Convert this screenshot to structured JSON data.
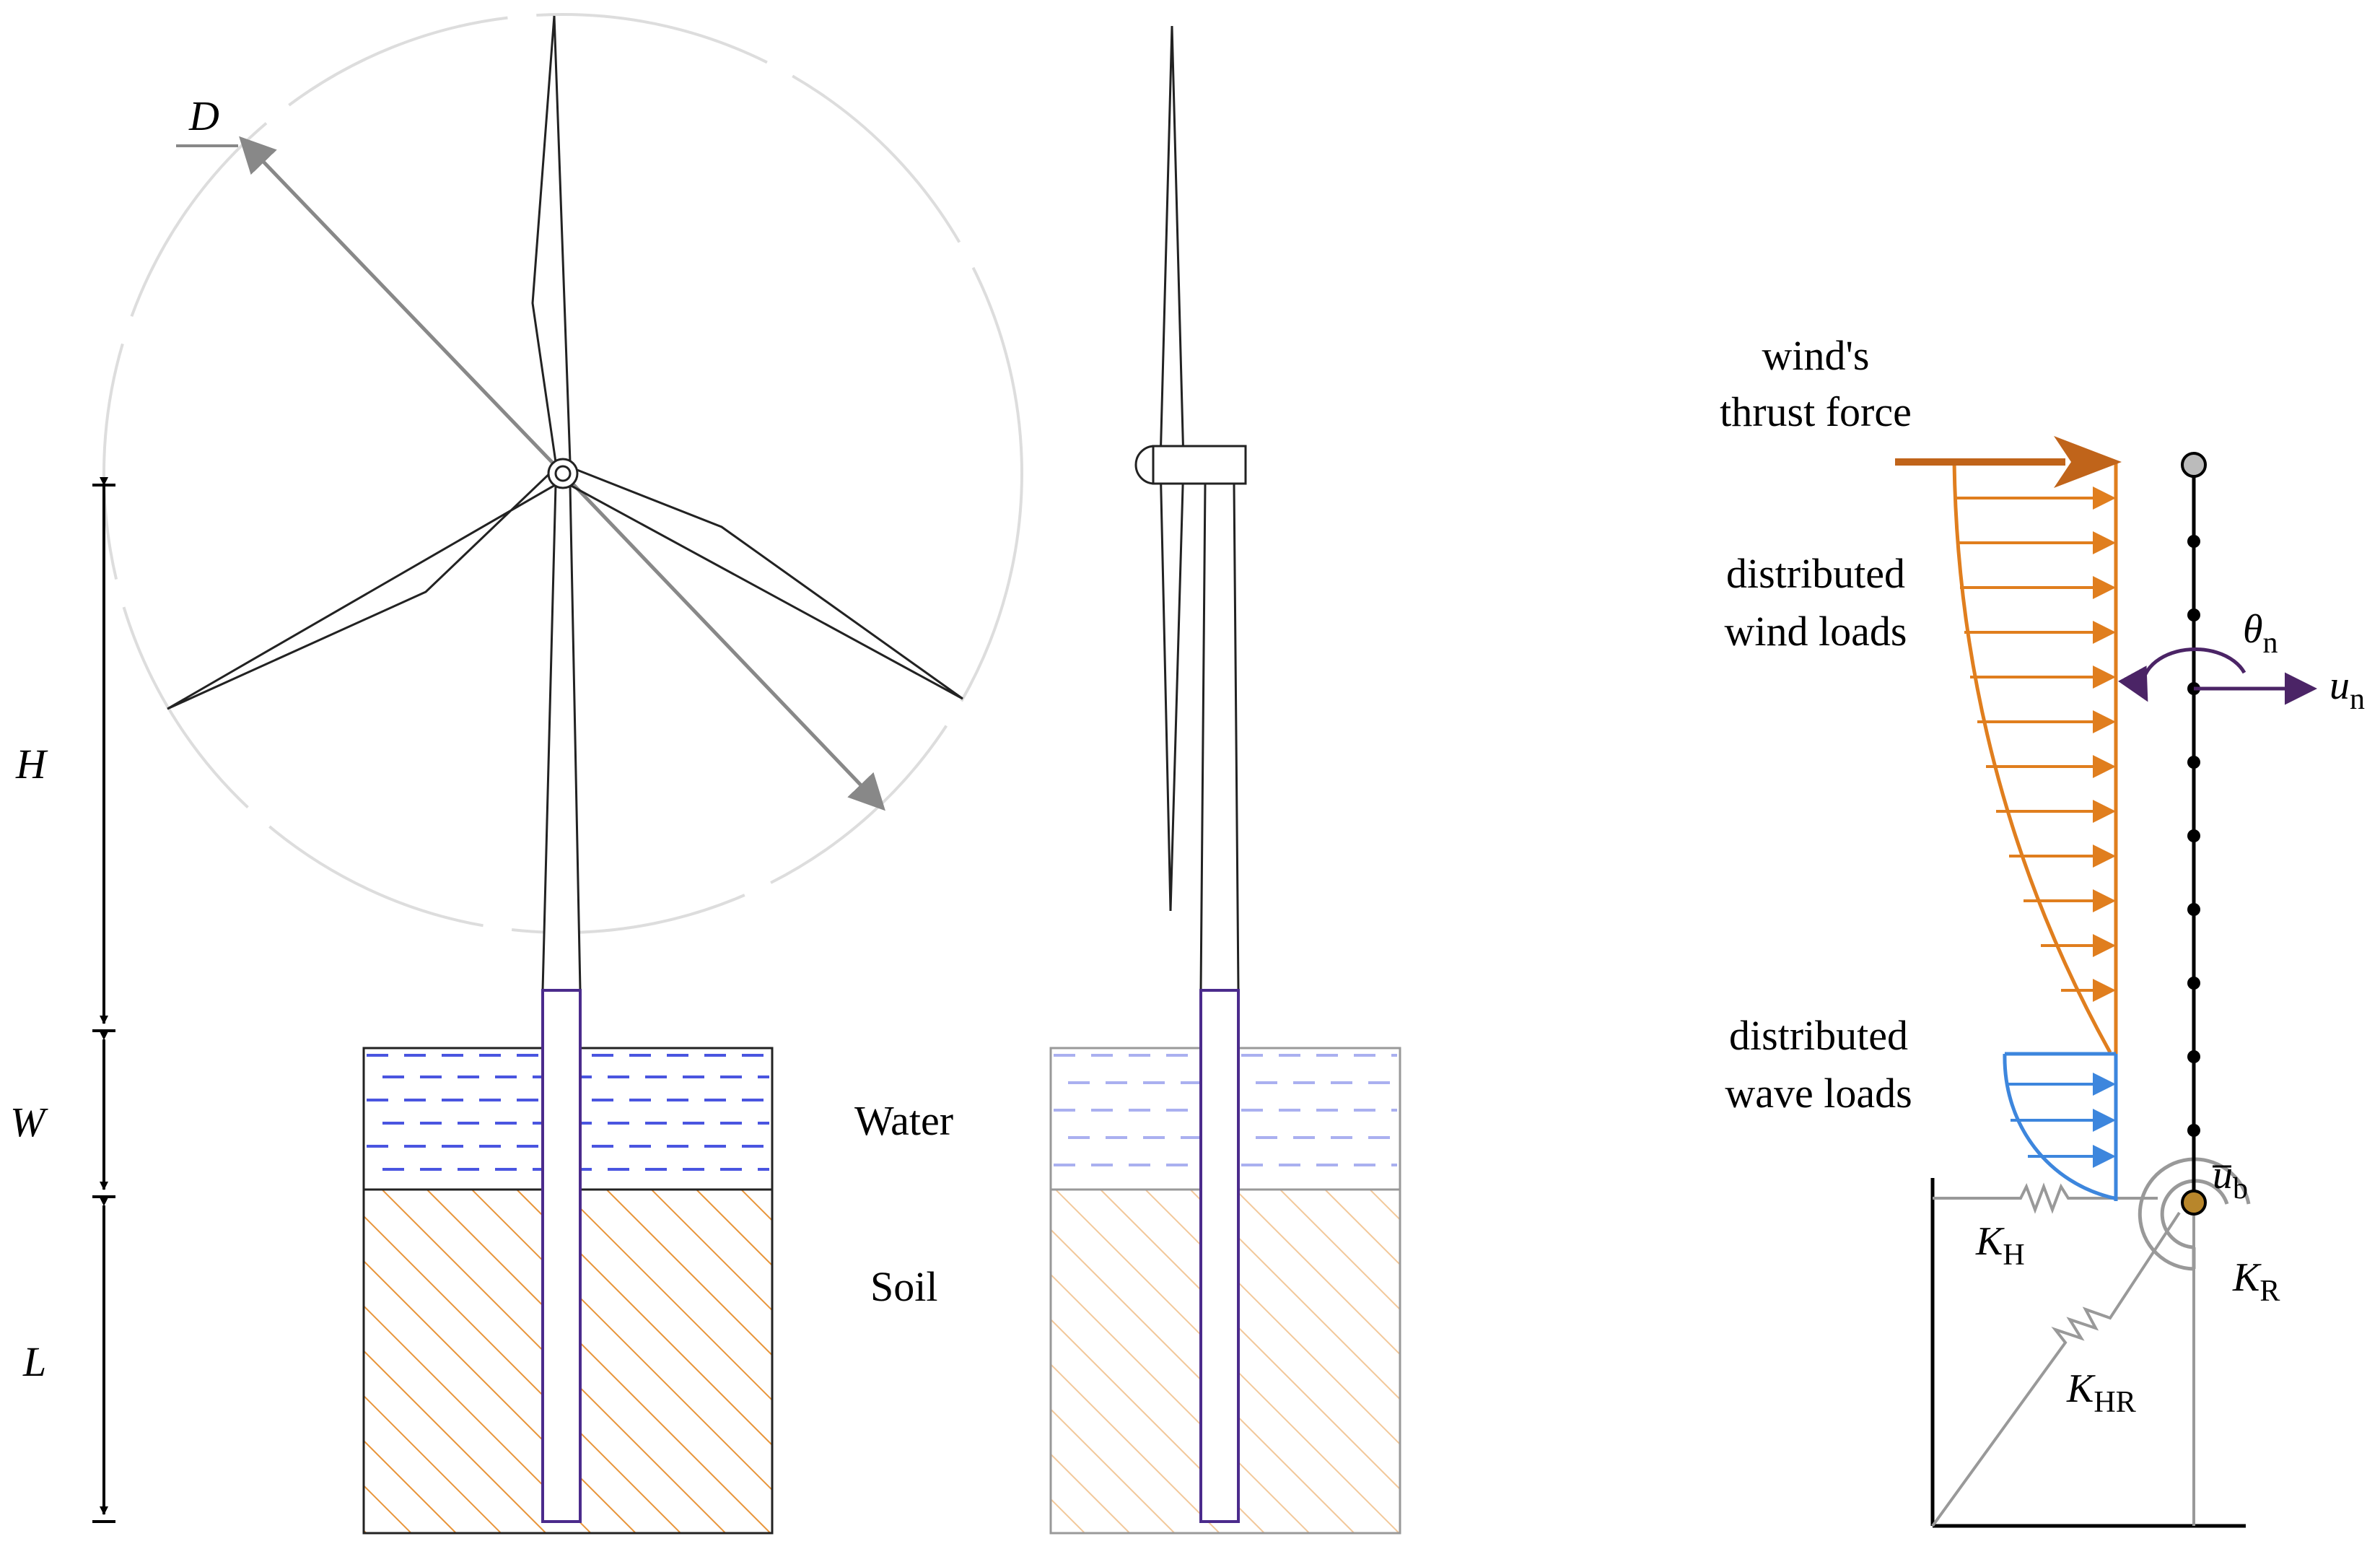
{
  "figure": {
    "dimension_labels": {
      "rotor_diameter": "D",
      "hub_height": "H",
      "water_depth": "W",
      "embedded_length": "L"
    },
    "medium_labels": {
      "water": "Water",
      "soil": "Soil"
    },
    "load_labels": {
      "thrust_line1": "wind's",
      "thrust_line2": "thrust force",
      "wind_line1": "distributed",
      "wind_line2": "wind loads",
      "wave_line1": "distributed",
      "wave_line2": "wave loads"
    },
    "model_labels": {
      "rotation_symbol": "θ",
      "rotation_sub": "n",
      "displacement_symbol": "u",
      "displacement_sub": "n",
      "base_symbol": "u",
      "base_sub": "b",
      "spring_h_symbol": "K",
      "spring_h_sub": "H",
      "spring_r_symbol": "K",
      "spring_r_sub": "R",
      "spring_hr_symbol": "K",
      "spring_hr_sub": "HR"
    },
    "colors": {
      "outline": "#222222",
      "water_dash": "#4a55e0",
      "water_dash_light": "#aab0f0",
      "soil_hatch": "#e8953a",
      "soil_hatch_light": "#f2c89a",
      "pile": "#4b2b8c",
      "rotor_circle": "#dddddd",
      "dimension_arrow": "#888888",
      "wind_load": "#e07e1e",
      "thrust": "#c0641a",
      "wave_load": "#3d86dd",
      "moment_arrow": "#4b2466",
      "spring": "#999999",
      "node_top": "#bbbbbb",
      "node_base": "#b8862b"
    }
  }
}
